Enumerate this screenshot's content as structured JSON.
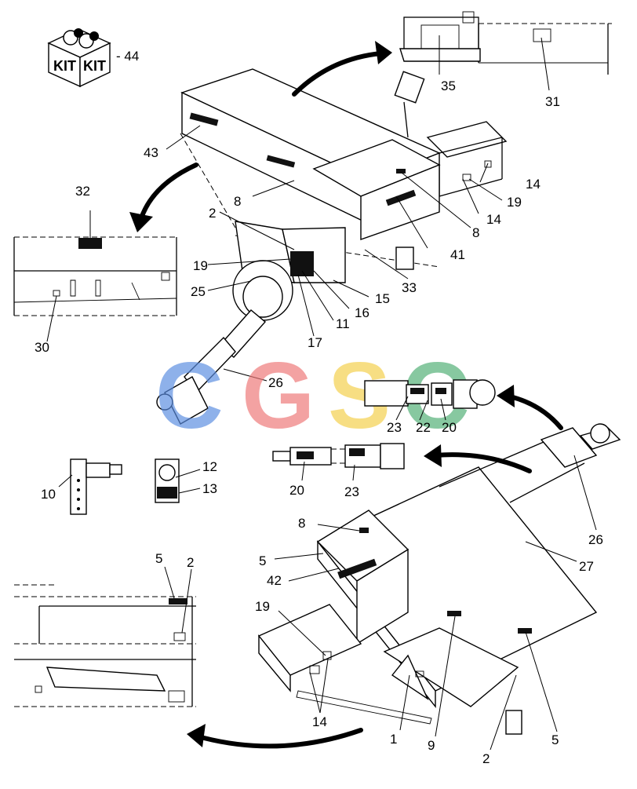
{
  "kit_box": {
    "labels": [
      "KIT",
      "KIT"
    ],
    "callout": "- 44"
  },
  "watermark": {
    "letters": [
      "C",
      "G",
      "S",
      "C"
    ],
    "colors": [
      "#5b8de0",
      "#ee7777",
      "#f4cf4a",
      "#4fae74"
    ]
  },
  "callouts": {
    "c31": "31",
    "c35": "35",
    "c43": "43",
    "c8a": "8",
    "c8b": "8",
    "c8c": "8",
    "c14a": "14",
    "c14b": "14",
    "c14c": "14",
    "c19a": "19",
    "c19b": "19",
    "c19c": "19",
    "c2a": "2",
    "c2b": "2",
    "c2c": "2",
    "c41": "41",
    "c32": "32",
    "c33": "33",
    "c25": "25",
    "c15": "15",
    "c16": "16",
    "c11": "11",
    "c17": "17",
    "c30": "30",
    "c26a": "26",
    "c26b": "26",
    "c23a": "23",
    "c23b": "23",
    "c22": "22",
    "c20a": "20",
    "c20b": "20",
    "c10": "10",
    "c12": "12",
    "c13": "13",
    "c5a": "5",
    "c5b": "5",
    "c5c": "5",
    "c42": "42",
    "c27": "27",
    "c1": "1",
    "c9": "9"
  }
}
